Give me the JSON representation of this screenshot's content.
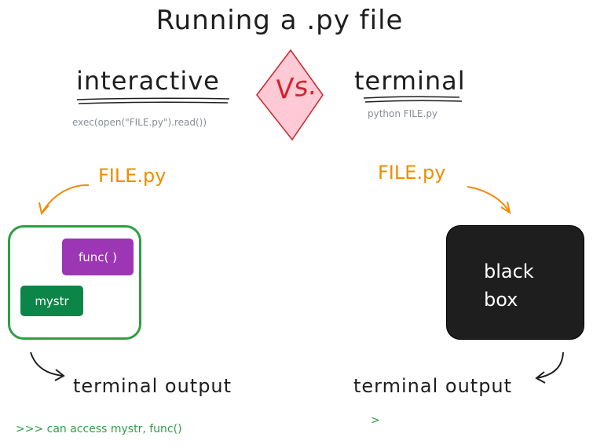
{
  "title": "Running a .py file",
  "left": {
    "heading": "interactive",
    "command": "exec(open(\"FILE.py\").read())",
    "file_label": "FILE.py",
    "items": [
      "func( )",
      "mystr"
    ],
    "output_label": "terminal output",
    "note": ">>> can access mystr, func()"
  },
  "vs_label": "Vs.",
  "right": {
    "heading": "terminal",
    "command": "python FILE.py",
    "file_label": "FILE.py",
    "box_label": "black box",
    "output_label": "terminal output",
    "note": ">"
  },
  "colors": {
    "green": "#2f9e44",
    "purple": "#9c36b5",
    "teal": "#0c8548",
    "orange": "#f08c00",
    "red": "#d0232c",
    "pink": "#ffc9d5",
    "black": "#1e1e1e"
  }
}
